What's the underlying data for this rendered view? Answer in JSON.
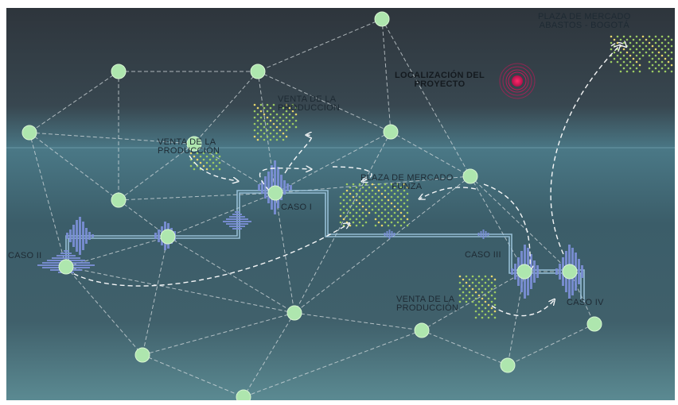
{
  "labels": {
    "plaza_abastos": [
      "PLAZA DE MERCADO",
      "ABASTOS - BOGOTÁ"
    ],
    "localizacion": [
      "LOCALIZACIÓN DEL",
      "PROYECTO"
    ],
    "venta_1": [
      "VENTA DE LA",
      "PRODUCCIÓN"
    ],
    "venta_2": [
      "VENTA DE LA",
      "PRODUCCIÓN"
    ],
    "venta_3": [
      "VENTA DE LA",
      "PRODUCCIÓN"
    ],
    "plaza_funza": [
      "PLAZA DE MERCADO",
      "FUNZA"
    ],
    "caso_1": "CASO I",
    "caso_2": "CASO II",
    "caso_3": "CASO III",
    "caso_4": "CASO IV"
  },
  "colors": {
    "node": "#aee6ae",
    "network_line": "#d6dde0",
    "flow_line": "#9fc8e0",
    "histogram": "#7b8fd6",
    "project_marker": "#d3145a",
    "dots": "#9dcc63",
    "bg_top": "#313a42",
    "bg_mid": "#3f6a78",
    "bg_bottom": "#5a8790"
  }
}
